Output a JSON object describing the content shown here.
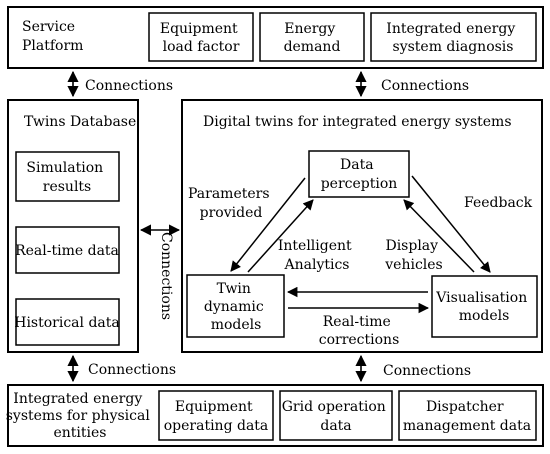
{
  "service_platform": {
    "label_lines": [
      "Service",
      "Platform"
    ],
    "items": [
      {
        "lines": [
          "Equipment",
          "load factor"
        ]
      },
      {
        "lines": [
          "Energy",
          "demand"
        ]
      },
      {
        "lines": [
          "Integrated energy",
          "system diagnosis"
        ]
      }
    ]
  },
  "twins_database": {
    "label": "Twins Database",
    "items": [
      {
        "lines": [
          "Simulation",
          "results"
        ]
      },
      {
        "lines": [
          "Real-time data"
        ]
      },
      {
        "lines": [
          "Historical data"
        ]
      }
    ]
  },
  "digital_twins": {
    "label": "Digital twins for integrated energy systems",
    "nodes": {
      "data_perception": [
        "Data",
        "perception"
      ],
      "twin_models": [
        "Twin",
        "dynamic",
        "models"
      ],
      "visualisation": [
        "Visualisation",
        "models"
      ]
    },
    "labels": {
      "parameters": [
        "Parameters",
        "provided"
      ],
      "feedback": [
        "Feedback"
      ],
      "intelligent": [
        "Intelligent",
        "Analytics"
      ],
      "display": [
        "Display",
        "vehicles"
      ],
      "realtime": [
        "Real-time",
        "corrections"
      ]
    }
  },
  "physical_entities": {
    "label_lines": [
      "Integrated energy",
      "systems for physical",
      "entities"
    ],
    "items": [
      {
        "lines": [
          "Equipment",
          "operating data"
        ]
      },
      {
        "lines": [
          "Grid operation",
          "data"
        ]
      },
      {
        "lines": [
          "Dispatcher",
          "management data"
        ]
      }
    ]
  },
  "connections": {
    "top_left": "Connections",
    "top_right": "Connections",
    "middle": "Connections",
    "bottom_left": "Connections",
    "bottom_right": "Connections"
  }
}
